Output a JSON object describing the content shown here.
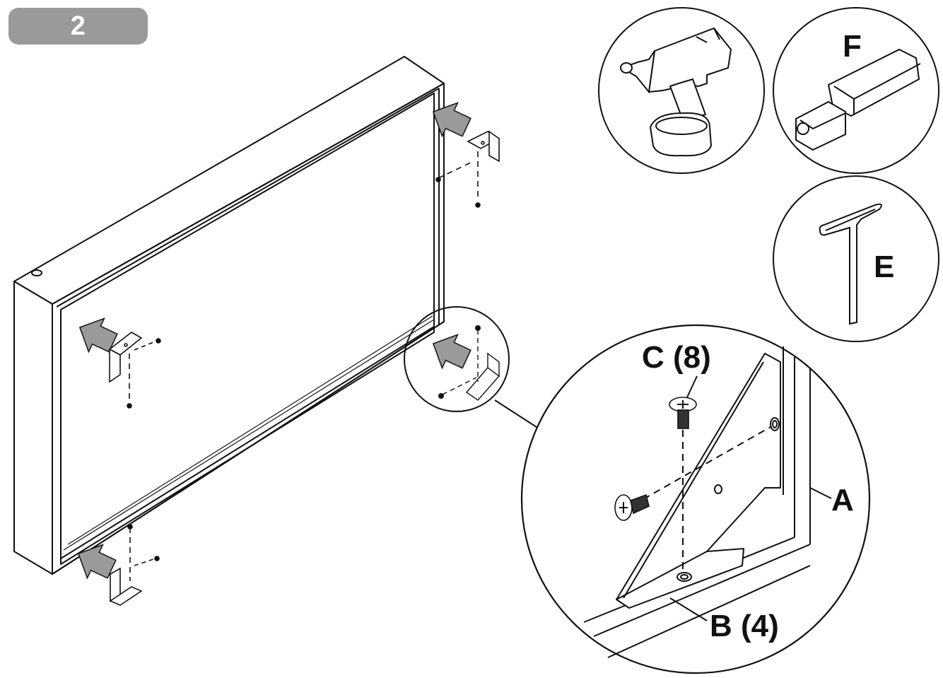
{
  "step": {
    "number": "2"
  },
  "tools": {
    "bit_label": "F",
    "allen_key_label": "E"
  },
  "parts": {
    "screw_label": "C (8)",
    "bracket_label": "B (4)",
    "frame_label": "A"
  },
  "colors": {
    "line": "#111111",
    "arrow_fill": "#9a9a9a",
    "badge": "#9a9a9a"
  }
}
